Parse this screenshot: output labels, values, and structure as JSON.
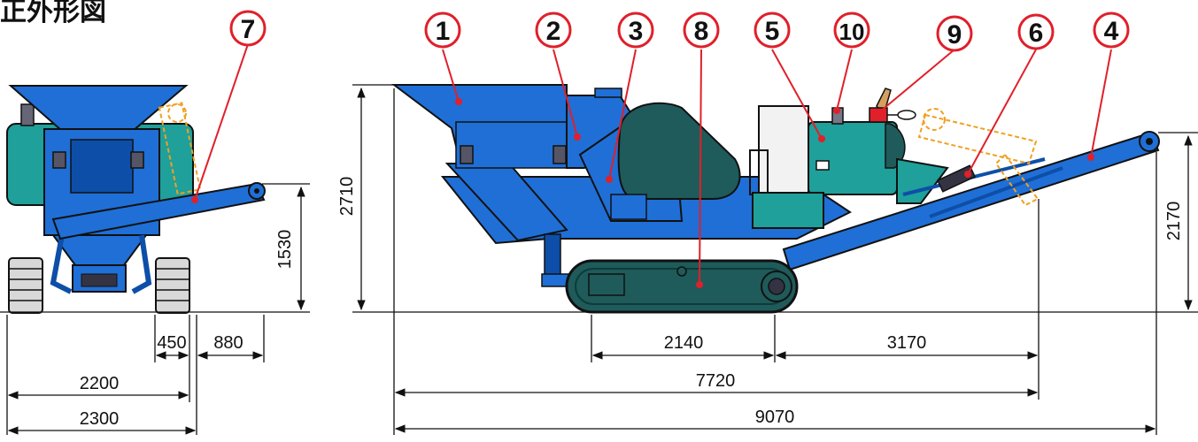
{
  "title": "正外形図",
  "callouts": {
    "c1": "1",
    "c2": "2",
    "c3": "3",
    "c4": "4",
    "c5": "5",
    "c6": "6",
    "c7": "7",
    "c8": "8",
    "c9": "9",
    "c10": "10"
  },
  "dimensions": {
    "height_total": "2710",
    "height_conveyor_side": "2170",
    "height_conveyor_front": "1530",
    "front_offset_450": "450",
    "front_offset_880": "880",
    "front_width_2200": "2200",
    "front_width_2300": "2300",
    "crawler_length": "2140",
    "conveyor_span": "3170",
    "length_7720": "7720",
    "length_total": "9070"
  },
  "colors": {
    "machine_blue": "#1f6fd6",
    "machine_dark": "#0d4fa8",
    "engine_green": "#1fa09a",
    "track_dark": "#1e5b5a",
    "callout_red": "#e0202a",
    "option_orange": "#f0a020"
  }
}
